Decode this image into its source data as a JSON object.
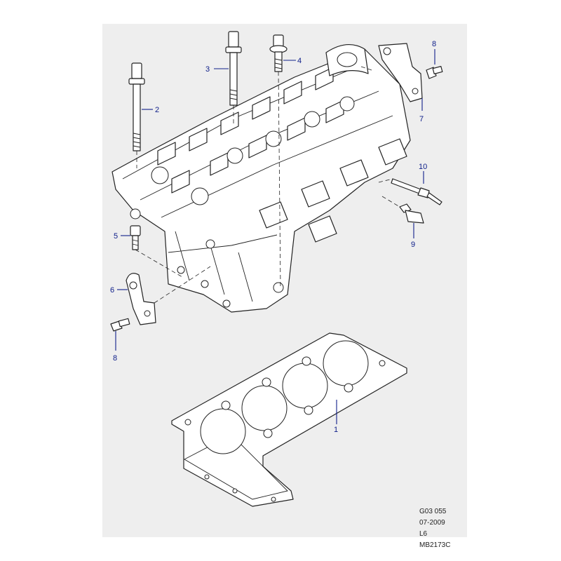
{
  "callouts": [
    "1",
    "2",
    "3",
    "4",
    "5",
    "6",
    "7",
    "8",
    "8",
    "9",
    "10"
  ],
  "reference": {
    "code": "G03 055",
    "date": "07-2009",
    "variant": "L6",
    "drawing": "MB2173C"
  },
  "colors": {
    "callout": "#10208a",
    "background": "#eeeeee",
    "linework": "#222222"
  }
}
